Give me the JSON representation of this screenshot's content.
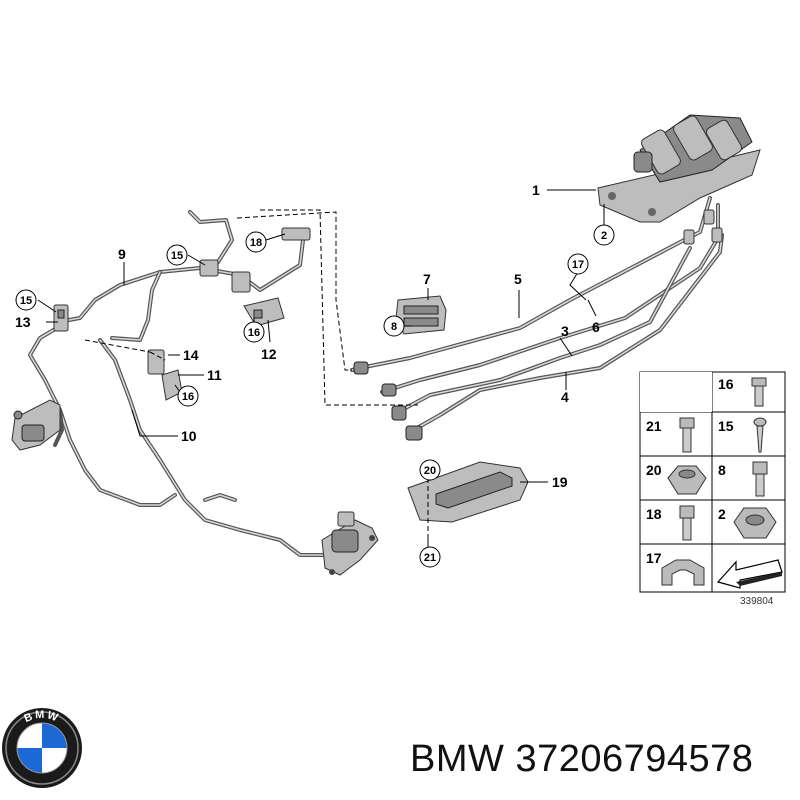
{
  "callouts": {
    "p1": "1",
    "p2": "2",
    "p3": "3",
    "p4": "4",
    "p5": "5",
    "p6": "6",
    "p7": "7",
    "p8": "8",
    "p9": "9",
    "p10": "10",
    "p11": "11",
    "p12": "12",
    "p13": "13",
    "p14": "14",
    "p15a": "15",
    "p15b": "15",
    "p16": "16",
    "p17": "17",
    "p18": "18",
    "p19": "19",
    "p20": "20",
    "p21": "21"
  },
  "legend": {
    "c16": "16",
    "c21": "21",
    "c15": "15",
    "c20": "20",
    "c8": "8",
    "c18": "18",
    "c2": "2",
    "c17": "17"
  },
  "diagram_ref": "339804",
  "logo": {
    "brand": "BMW"
  },
  "caption": {
    "brand": "BMW",
    "part_number": "37206794578"
  },
  "colors": {
    "line": "#000000",
    "part_fill": "#bdbdbd",
    "logo_blue": "#1c69d4"
  }
}
